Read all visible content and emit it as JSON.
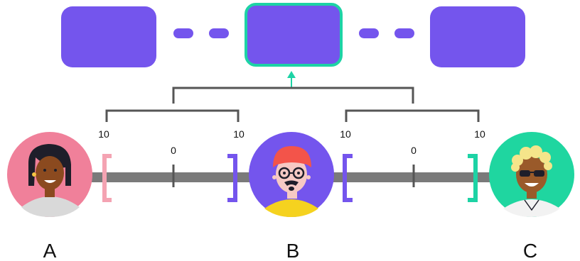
{
  "colors": {
    "block": "#7455ed",
    "highlight": "#1dd3a5",
    "bracket_dark": "#555555",
    "bar": "#7a7a7a",
    "bracket_a": "#f4a3b2",
    "bracket_b": "#7455ed",
    "bracket_c": "#1dd3a5"
  },
  "scales": {
    "left": {
      "min": "10",
      "center": "0",
      "max": "10"
    },
    "right": {
      "min": "10",
      "center": "0",
      "max": "10"
    }
  },
  "people": [
    {
      "label": "A",
      "avatar_color": "#f0809a",
      "icon": "woman-avatar-icon"
    },
    {
      "label": "B",
      "avatar_color": "#7455ed",
      "icon": "man-glasses-avatar-icon"
    },
    {
      "label": "C",
      "avatar_color": "#1fd6a0",
      "icon": "man-sunglasses-avatar-icon"
    }
  ]
}
